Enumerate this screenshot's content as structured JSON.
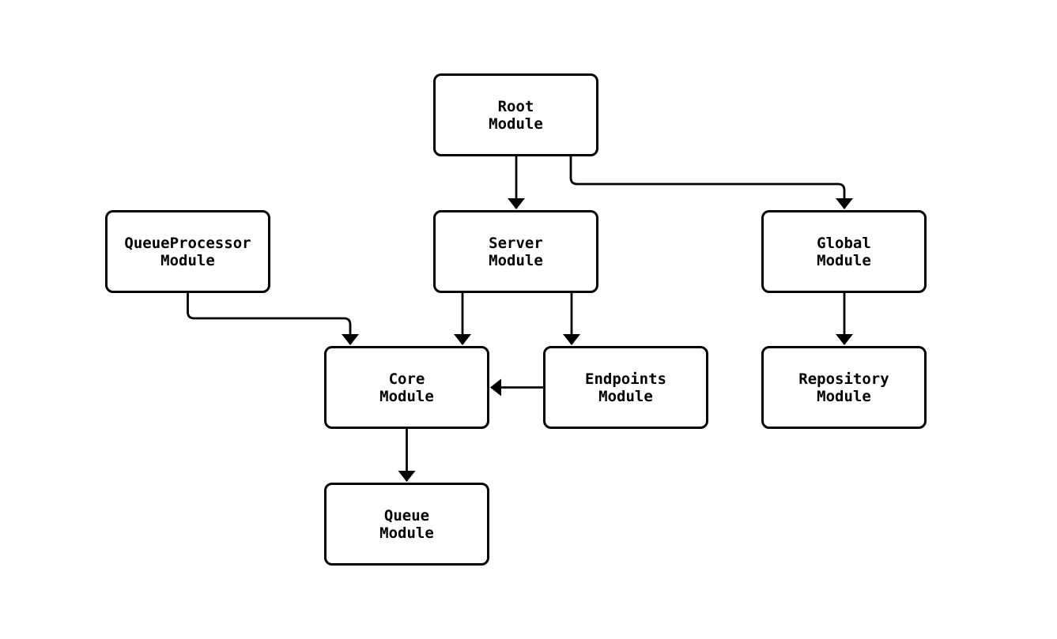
{
  "diagram": {
    "type": "module-dependency-graph",
    "nodes": [
      {
        "id": "root",
        "label": "Root\nModule"
      },
      {
        "id": "queueprocessor",
        "label": "QueueProcessor\nModule"
      },
      {
        "id": "server",
        "label": "Server\nModule"
      },
      {
        "id": "global",
        "label": "Global\nModule"
      },
      {
        "id": "core",
        "label": "Core\nModule"
      },
      {
        "id": "endpoints",
        "label": "Endpoints\nModule"
      },
      {
        "id": "repository",
        "label": "Repository\nModule"
      },
      {
        "id": "queue",
        "label": "Queue\nModule"
      }
    ],
    "edges": [
      {
        "from": "root",
        "to": "server"
      },
      {
        "from": "root",
        "to": "global"
      },
      {
        "from": "queueprocessor",
        "to": "core"
      },
      {
        "from": "server",
        "to": "core"
      },
      {
        "from": "server",
        "to": "endpoints"
      },
      {
        "from": "endpoints",
        "to": "core"
      },
      {
        "from": "global",
        "to": "repository"
      },
      {
        "from": "core",
        "to": "queue"
      }
    ],
    "colors": {
      "line": "#000000",
      "node_border": "#000000",
      "node_fill": "#ffffff",
      "background": "#ffffff"
    }
  }
}
